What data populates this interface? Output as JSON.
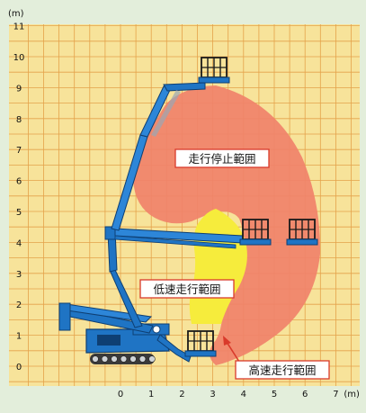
{
  "y_axis": {
    "unit": "(m)",
    "ticks": [
      "11",
      "10",
      "9",
      "8",
      "7",
      "6",
      "5",
      "4",
      "3",
      "2",
      "1",
      "0"
    ]
  },
  "x_axis": {
    "unit": "(m)",
    "ticks": [
      "0",
      "1",
      "2",
      "3",
      "4",
      "5",
      "6",
      "7"
    ]
  },
  "zones": {
    "stop": "走行停止範囲",
    "low": "低速走行範囲",
    "high": "高速走行範囲"
  },
  "colors": {
    "grid_bg": "#f7e39a",
    "grid_line": "#e4a24a",
    "stop_zone": "#f0826a",
    "low_zone": "#f6ec3c",
    "machine": "#1f74c4",
    "label_border": "#d93a2b",
    "page_bg": "#e3eedb"
  }
}
